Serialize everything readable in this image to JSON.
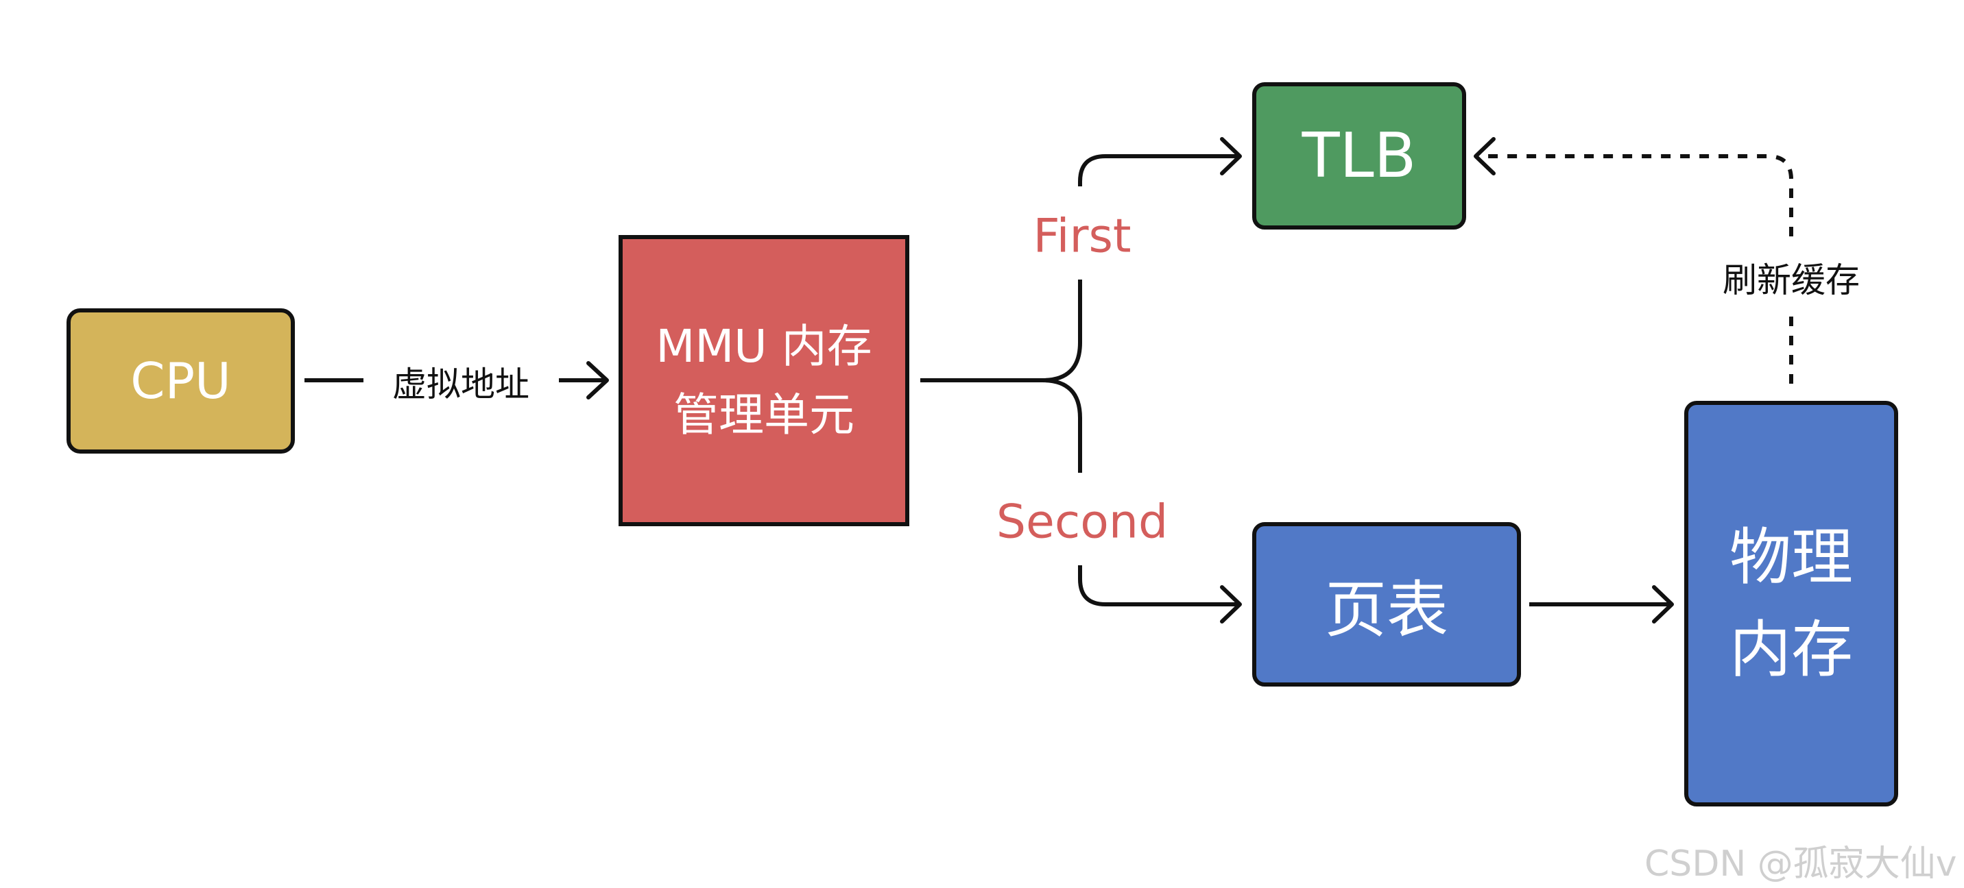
{
  "nodes": {
    "cpu": {
      "label": "CPU",
      "color": "#d4b45a"
    },
    "mmu": {
      "line1": "MMU 内存",
      "line2": "管理单元",
      "color": "#d45e5c"
    },
    "tlb": {
      "label": "TLB",
      "color": "#4f9a60"
    },
    "page_table": {
      "label": "页表",
      "color": "#5179c7"
    },
    "physical_memory": {
      "line1": "物理",
      "line2": "内存",
      "color": "#5179c7"
    }
  },
  "edges": {
    "cpu_to_mmu": "虚拟地址",
    "branch_first": "First",
    "branch_second": "Second",
    "refresh_cache": "刷新缓存"
  },
  "colors": {
    "branch_label": "#d45e5c",
    "stroke": "#111111"
  },
  "watermark": "CSDN @孤寂大仙v"
}
